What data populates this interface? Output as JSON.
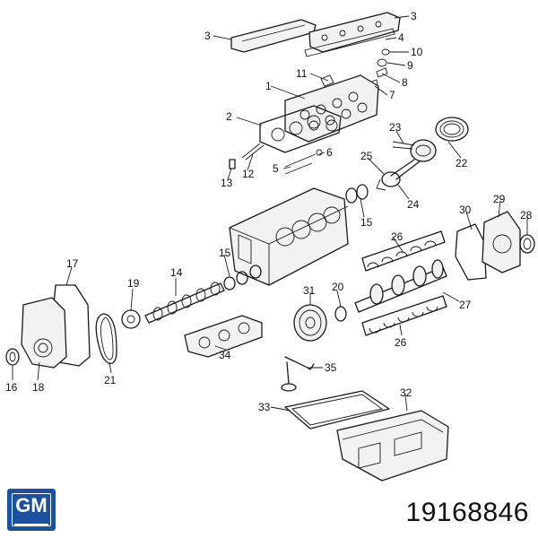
{
  "part_number": "19168846",
  "brand": {
    "logo_text": "GM",
    "color": "#1e50a0"
  },
  "callouts": [
    {
      "label": "1"
    },
    {
      "label": "2"
    },
    {
      "label": "3"
    },
    {
      "label": "3"
    },
    {
      "label": "4"
    },
    {
      "label": "5"
    },
    {
      "label": "6"
    },
    {
      "label": "7"
    },
    {
      "label": "8"
    },
    {
      "label": "9"
    },
    {
      "label": "10"
    },
    {
      "label": "11"
    },
    {
      "label": "12"
    },
    {
      "label": "13"
    },
    {
      "label": "14"
    },
    {
      "label": "15"
    },
    {
      "label": "15"
    },
    {
      "label": "16"
    },
    {
      "label": "17"
    },
    {
      "label": "18"
    },
    {
      "label": "19"
    },
    {
      "label": "20"
    },
    {
      "label": "21"
    },
    {
      "label": "22"
    },
    {
      "label": "23"
    },
    {
      "label": "24"
    },
    {
      "label": "25"
    },
    {
      "label": "26"
    },
    {
      "label": "26"
    },
    {
      "label": "27"
    },
    {
      "label": "28"
    },
    {
      "label": "29"
    },
    {
      "label": "30"
    },
    {
      "label": "31"
    },
    {
      "label": "32"
    },
    {
      "label": "33"
    },
    {
      "label": "34"
    },
    {
      "label": "35"
    }
  ]
}
